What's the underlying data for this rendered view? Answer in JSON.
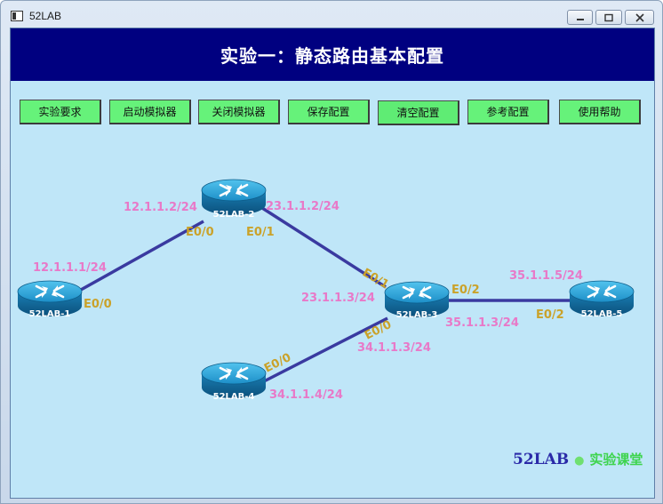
{
  "window": {
    "title": "52LAB"
  },
  "header": {
    "title": "实验一：静态路由基本配置"
  },
  "toolbar": {
    "buttons": [
      "实验要求",
      "启动模拟器",
      "关闭模拟器",
      "保存配置",
      "清空配置",
      "参考配置",
      "使用帮助"
    ]
  },
  "routers": [
    {
      "name": "52LAB-1"
    },
    {
      "name": "52LAB-2"
    },
    {
      "name": "52LAB-3"
    },
    {
      "name": "52LAB-4"
    },
    {
      "name": "52LAB-5"
    }
  ],
  "labels": {
    "r1_ip": "12.1.1.1/24",
    "r1_if": "E0/0",
    "r2_ip_left": "12.1.1.2/24",
    "r2_if_left": "E0/0",
    "r2_ip_right": "23.1.1.2/24",
    "r2_if_right": "E0/1",
    "r3_if_top": "E0/1",
    "r3_ip_top": "23.1.1.3/24",
    "r3_if_right": "E0/2",
    "r3_ip_right": "35.1.1.3/24",
    "r3_if_bottom": "E0/0",
    "r3_ip_bottom": "34.1.1.3/24",
    "r4_if": "E0/0",
    "r4_ip": "34.1.1.4/24",
    "r5_ip": "35.1.1.5/24",
    "r5_if": "E0/2"
  },
  "brand": {
    "main": "52LAB",
    "dot": "●",
    "sub": "实验课堂"
  },
  "colors": {
    "banner": "#000080",
    "button": "#66f27a",
    "canvas": "#bfe6f8",
    "link": "#3a3aa0",
    "ip_label": "#e879c8",
    "interface_label": "#caa22a"
  }
}
